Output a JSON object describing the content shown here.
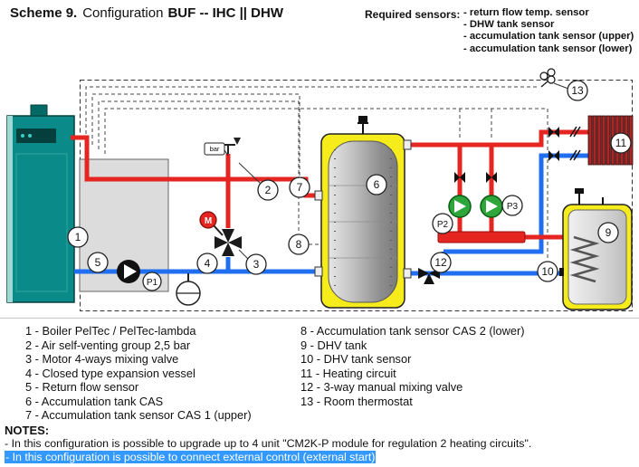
{
  "title": {
    "scheme": "Scheme 9.",
    "label": "Configuration",
    "config": "BUF -- IHC || DHW"
  },
  "required_sensors": {
    "label": "Required sensors:",
    "items": [
      "- return flow temp. sensor",
      "- DHW tank sensor",
      "- accumulation tank sensor (upper)",
      "- accumulation tank sensor (lower)"
    ]
  },
  "diagram": {
    "callouts": {
      "c1": "1",
      "c2": "2",
      "c3": "3",
      "c4": "4",
      "c5": "5",
      "c6": "6",
      "c7": "7",
      "c8": "8",
      "c9": "9",
      "c10": "10",
      "c11": "11",
      "c12": "12",
      "c13": "13",
      "p1": "P1",
      "p2": "P2",
      "p3": "P3",
      "m": "M",
      "gauge": "bar"
    }
  },
  "legend": {
    "left": [
      "1 - Boiler PelTec / PelTec-lambda",
      "2 - Air self-venting group 2,5 bar",
      "3 - Motor 4-ways mixing valve",
      "4 - Closed type expansion vessel",
      "5 - Return flow sensor",
      "6 - Accumulation tank CAS",
      "7 - Accumulation tank sensor CAS 1 (upper)"
    ],
    "right": [
      "8 - Accumulation tank sensor CAS 2 (lower)",
      "9 - DHV tank",
      "10 - DHV tank sensor",
      "11 - Heating circuit",
      "12 - 3-way manual mixing valve",
      "13 - Room thermostat"
    ]
  },
  "notes": {
    "label": "NOTES:",
    "items": [
      {
        "text": "- In this configuration is possible to upgrade up to 4 unit \"CM2K-P module for regulation 2 heating circuits\".",
        "highlighted": false
      },
      {
        "text": "- In this configuration is possible to connect external control (external start)",
        "highlighted": true
      }
    ]
  },
  "colors": {
    "pipe_supply": "#e52520",
    "pipe_return": "#1f6ff0",
    "boiler_body": "#0a8a88",
    "tank_insulation": "#f7ec1b",
    "pump_green": "#2fa63c",
    "note_highlight": "#3399ff"
  }
}
